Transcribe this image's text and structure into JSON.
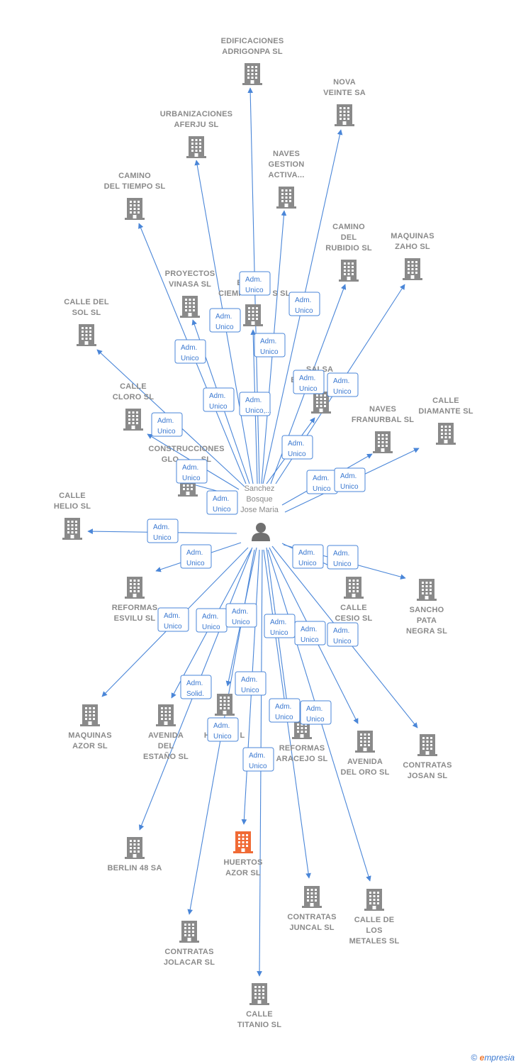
{
  "colors": {
    "edge": "#4a86d8",
    "building": "#8a8a8a",
    "focus": "#f06a35",
    "person": "#707070"
  },
  "center": {
    "name_lines": [
      "Sanchez",
      "Bosque",
      "Jose Maria"
    ],
    "icon": "person-icon"
  },
  "nodes": [
    {
      "id": "edificaciones",
      "lines": [
        "EDIFICACIONES",
        "ADRIGONPA SL"
      ],
      "rel": [
        "Adm.",
        "Unico"
      ]
    },
    {
      "id": "nova-veinte",
      "lines": [
        "NOVA",
        "VEINTE SA"
      ],
      "rel": [
        "Adm.",
        "Unico"
      ]
    },
    {
      "id": "urbanizaciones",
      "lines": [
        "URBANIZACIONES",
        "AFERJU SL"
      ],
      "rel": [
        "Adm.",
        "Unico"
      ]
    },
    {
      "id": "naves-gestion",
      "lines": [
        "NAVES",
        "GESTION",
        "ACTIVA..."
      ],
      "rel": [
        "Adm.",
        "Unico"
      ]
    },
    {
      "id": "camino-tiempo",
      "lines": [
        "CAMINO",
        "DEL TIEMPO SL"
      ],
      "rel": [
        "Adm.",
        "Unico"
      ]
    },
    {
      "id": "camino-rubidio",
      "lines": [
        "CAMINO",
        "DEL",
        "RUBIDIO SL"
      ],
      "rel": [
        "Adm.",
        "Unico"
      ]
    },
    {
      "id": "maquinas-zaho",
      "lines": [
        "MAQUINAS",
        "ZAHO  SL"
      ],
      "rel": [
        "Adm.",
        "Unico"
      ]
    },
    {
      "id": "proyectos-vinasa",
      "lines": [
        "PROYECTOS",
        "VINASA SL"
      ],
      "rel": [
        "Adm.",
        "Unico"
      ]
    },
    {
      "id": "ciempozuelos",
      "lines": [
        "E",
        "CIEMP",
        "S SL"
      ],
      "rel": [
        "Adm.",
        "Unico,..."
      ]
    },
    {
      "id": "calle-sol",
      "lines": [
        "CALLE DEL",
        "SOL SL"
      ],
      "rel": [
        "Adm.",
        "Unico"
      ]
    },
    {
      "id": "salsa",
      "lines": [
        "SALSA",
        "E"
      ],
      "rel": [
        "Adm.",
        "Unico"
      ]
    },
    {
      "id": "calle-cloro",
      "lines": [
        "CALLE",
        "CLORO SL"
      ],
      "rel": [
        "Adm.",
        "Unico"
      ]
    },
    {
      "id": "naves-franurbal",
      "lines": [
        "NAVES",
        "FRANURBAL SL"
      ],
      "rel": [
        "Adm.",
        "Unico"
      ]
    },
    {
      "id": "calle-diamante",
      "lines": [
        "CALLE",
        "DIAMANTE SL"
      ],
      "rel": [
        "Adm.",
        "Unico"
      ]
    },
    {
      "id": "construcciones",
      "lines": [
        "CONSTRUCCIONES",
        "GLO",
        "SL"
      ],
      "rel": [
        "Adm.",
        "Unico"
      ]
    },
    {
      "id": "calle-helio",
      "lines": [
        "CALLE",
        "HELIO SL"
      ],
      "rel": [
        "Adm.",
        "Unico"
      ]
    },
    {
      "id": "reformas-esvilu",
      "lines": [
        "REFORMAS",
        "ESVILU SL"
      ],
      "rel": [
        "Adm.",
        "Unico"
      ]
    },
    {
      "id": "calle-cesio",
      "lines": [
        "CALLE",
        "CESIO SL"
      ],
      "rel": [
        "Adm.",
        "Unico"
      ]
    },
    {
      "id": "sancho-pata",
      "lines": [
        "SANCHO",
        "PATA",
        "NEGRA  SL"
      ],
      "rel": [
        "Adm.",
        "Unico"
      ]
    },
    {
      "id": "maquinas-azor",
      "lines": [
        "MAQUINAS",
        "AZOR  SL"
      ],
      "rel": [
        "Adm.",
        "Unico"
      ]
    },
    {
      "id": "avenida-estano",
      "lines": [
        "AVENIDA",
        "DEL",
        "ESTAÑO SL"
      ],
      "rel": [
        "Adm.",
        "Unico"
      ]
    },
    {
      "id": "h-sl",
      "lines": [
        "H",
        "L"
      ],
      "rel": [
        "Adm.",
        "Unico"
      ]
    },
    {
      "id": "reformas-aracejo",
      "lines": [
        "REFORMAS",
        "ARACEJO SL"
      ],
      "rel": [
        "Adm.",
        "Unico"
      ]
    },
    {
      "id": "avenida-oro",
      "lines": [
        "AVENIDA",
        "DEL ORO SL"
      ],
      "rel": [
        "Adm.",
        "Unico"
      ]
    },
    {
      "id": "contratas-josan",
      "lines": [
        "CONTRATAS",
        "JOSAN  SL"
      ],
      "rel": [
        "Adm.",
        "Unico"
      ]
    },
    {
      "id": "berlin-48",
      "lines": [
        "BERLIN 48 SA"
      ],
      "rel": [
        "Adm.",
        "Solid."
      ]
    },
    {
      "id": "huertos-azor",
      "lines": [
        "HUERTOS",
        "AZOR  SL"
      ],
      "rel": [
        "Adm.",
        "Unico"
      ],
      "focus": true
    },
    {
      "id": "contratas-juncal",
      "lines": [
        "CONTRATAS",
        "JUNCAL SL"
      ],
      "rel": [
        "Adm.",
        "Unico"
      ]
    },
    {
      "id": "calle-metales",
      "lines": [
        "CALLE DE",
        "LOS",
        "METALES SL"
      ],
      "rel": [
        "Adm.",
        "Unico"
      ]
    },
    {
      "id": "contratas-jolacar",
      "lines": [
        "CONTRATAS",
        "JOLACAR SL"
      ],
      "rel": [
        "Adm.",
        "Unico"
      ]
    },
    {
      "id": "calle-titanio",
      "lines": [
        "CALLE",
        "TITANIO SL"
      ],
      "rel": [
        "Adm.",
        "Unico"
      ]
    }
  ],
  "footer": {
    "copyright": "©",
    "brand_initial": "e",
    "brand_rest": "mpresia"
  }
}
